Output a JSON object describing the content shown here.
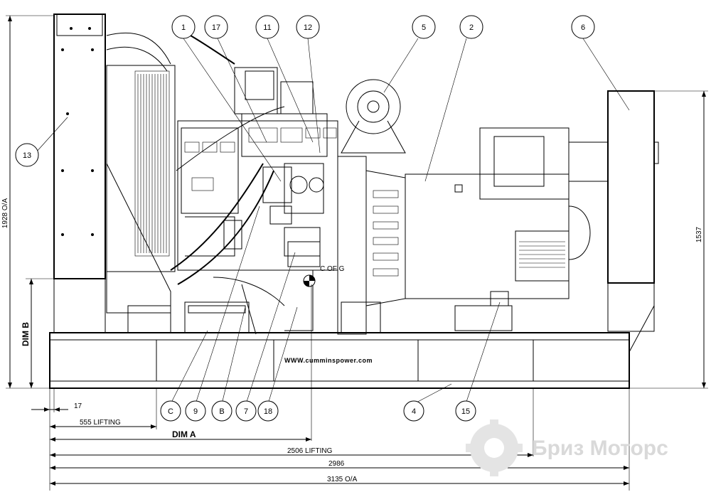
{
  "callouts_top": [
    {
      "id": "c1",
      "label": "1"
    },
    {
      "id": "c17",
      "label": "17"
    },
    {
      "id": "c11",
      "label": "11"
    },
    {
      "id": "c12",
      "label": "12"
    },
    {
      "id": "c5",
      "label": "5"
    },
    {
      "id": "c2",
      "label": "2"
    },
    {
      "id": "c6",
      "label": "6"
    },
    {
      "id": "c13",
      "label": "13"
    }
  ],
  "callouts_bottom": [
    {
      "id": "cC",
      "label": "C"
    },
    {
      "id": "c9",
      "label": "9"
    },
    {
      "id": "cB",
      "label": "B"
    },
    {
      "id": "c7",
      "label": "7"
    },
    {
      "id": "c18",
      "label": "18"
    },
    {
      "id": "c4",
      "label": "4"
    },
    {
      "id": "c15",
      "label": "15"
    }
  ],
  "dimensions": {
    "height_overall": "1928 O/A",
    "height_right": "1537",
    "dim_b": "DIM B",
    "dim_17": "17",
    "lifting_555": "555 LIFTING",
    "dim_a": "DIM A",
    "lifting_2506": "2506 LIFTING",
    "length_2986": "2986",
    "length_overall": "3135 O/A"
  },
  "cog_label": "C OF G",
  "base_url": "WWW.cumminspower.com",
  "watermark": "Бриз Моторс"
}
